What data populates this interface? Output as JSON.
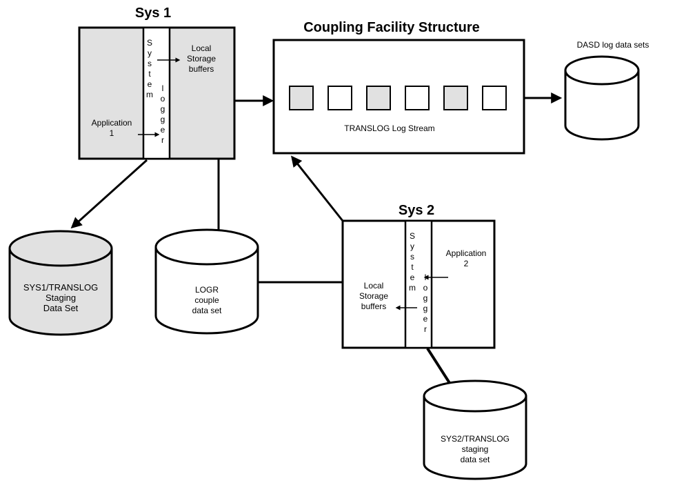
{
  "colors": {
    "shade": "#e1e1e1",
    "ink": "#000000",
    "background": "#ffffff"
  },
  "sys1": {
    "title": "Sys 1",
    "logger_letters_left": [
      "S",
      "y",
      "s",
      "t",
      "e",
      "m"
    ],
    "logger_letters_right": [
      "l",
      "o",
      "g",
      "g",
      "e",
      "r"
    ],
    "application": [
      "Application",
      "1"
    ],
    "buffers": [
      "Local",
      "Storage",
      "buffers"
    ]
  },
  "sys2": {
    "title": "Sys 2",
    "logger_letters_left": [
      "S",
      "y",
      "s",
      "t",
      "e",
      "m"
    ],
    "logger_letters_right": [
      "l",
      "o",
      "g",
      "g",
      "e",
      "r"
    ],
    "application": [
      "Application",
      "2"
    ],
    "buffers": [
      "Local",
      "Storage",
      "buffers"
    ]
  },
  "coupling_facility": {
    "title": "Coupling Facility Structure",
    "log_stream_label": "TRANSLOG Log Stream",
    "cells_shaded": [
      true,
      false,
      true,
      false,
      true,
      false
    ]
  },
  "dasd": {
    "label": "DASD log data sets"
  },
  "sys1_staging": {
    "lines": [
      "SYS1/TRANSLOG",
      "Staging",
      "Data Set"
    ]
  },
  "logr": {
    "lines": [
      "LOGR",
      "couple",
      "data set"
    ]
  },
  "sys2_staging": {
    "lines": [
      "SYS2/TRANSLOG",
      "staging",
      "data set"
    ]
  }
}
